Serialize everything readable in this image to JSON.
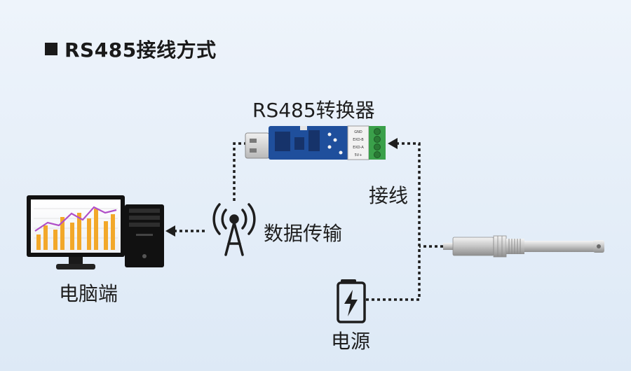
{
  "title": "RS485接线方式",
  "labels": {
    "converter": "RS485转换器",
    "wiring": "接线",
    "transmission": "数据传输",
    "pc": "电脑端",
    "power": "电源"
  },
  "terminal_pins": [
    "GND",
    "EXD-B",
    "EXD-A",
    "5V+"
  ],
  "colors": {
    "pcb": "#1f4f9c",
    "terminal": "#3aa04a",
    "dotted_line": "#1e1e1e",
    "chart_bar": "#f2a82a",
    "chart_line": "#b04fc8"
  },
  "icons": [
    "monitor-icon",
    "pc-tower-icon",
    "antenna-icon",
    "battery-icon",
    "usb-converter-icon",
    "sensor-probe-icon"
  ]
}
